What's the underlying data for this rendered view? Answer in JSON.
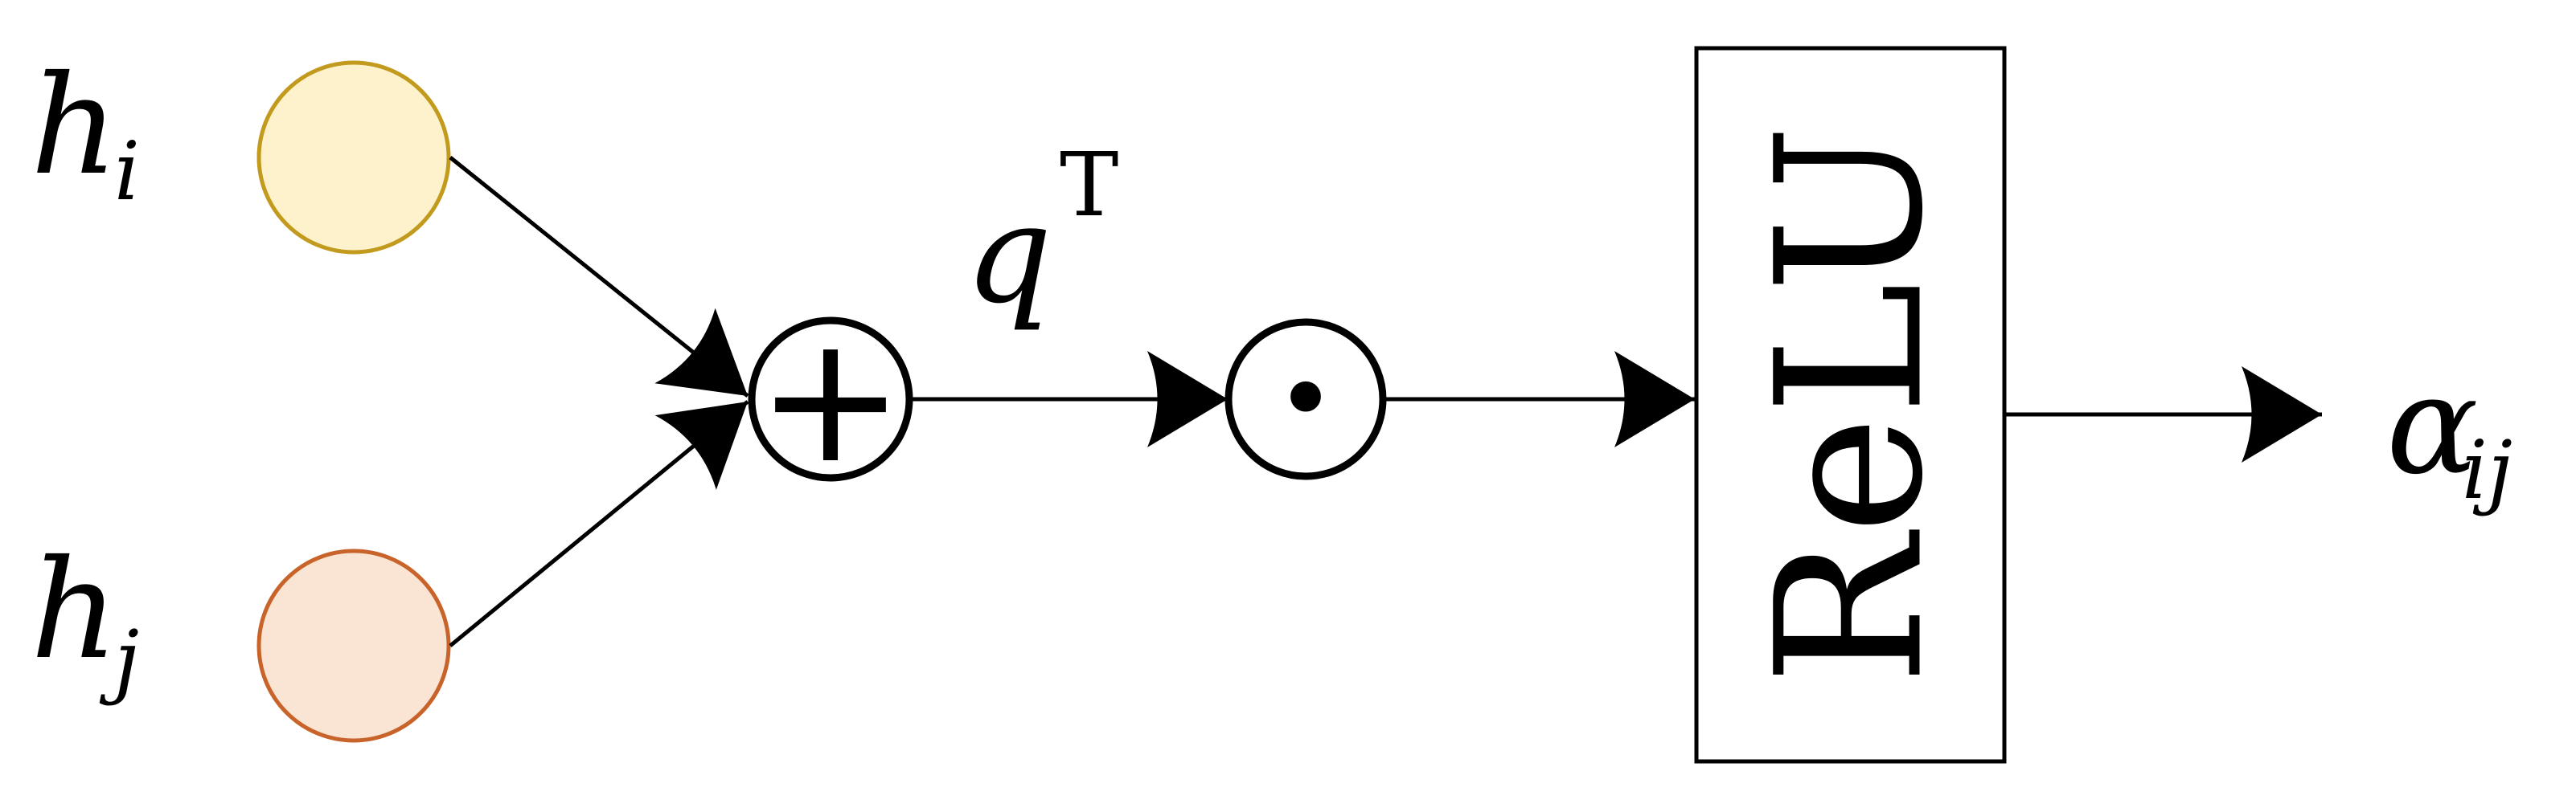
{
  "inputs": [
    {
      "symbol": "h",
      "subscript": "i",
      "fill": "#FEF2CD",
      "stroke": "#C29A1D"
    },
    {
      "symbol": "h",
      "subscript": "j",
      "fill": "#FAE5D5",
      "stroke": "#C8642A"
    }
  ],
  "operators": {
    "add": {
      "glyph": "+"
    },
    "dot": {
      "glyph": "•"
    }
  },
  "edge_label": {
    "symbol": "q",
    "superscript": "T"
  },
  "activation": {
    "label": "ReLU"
  },
  "output": {
    "symbol": "α",
    "subscript": "ij"
  },
  "colors": {
    "line": "#000000",
    "box": "#000000"
  }
}
